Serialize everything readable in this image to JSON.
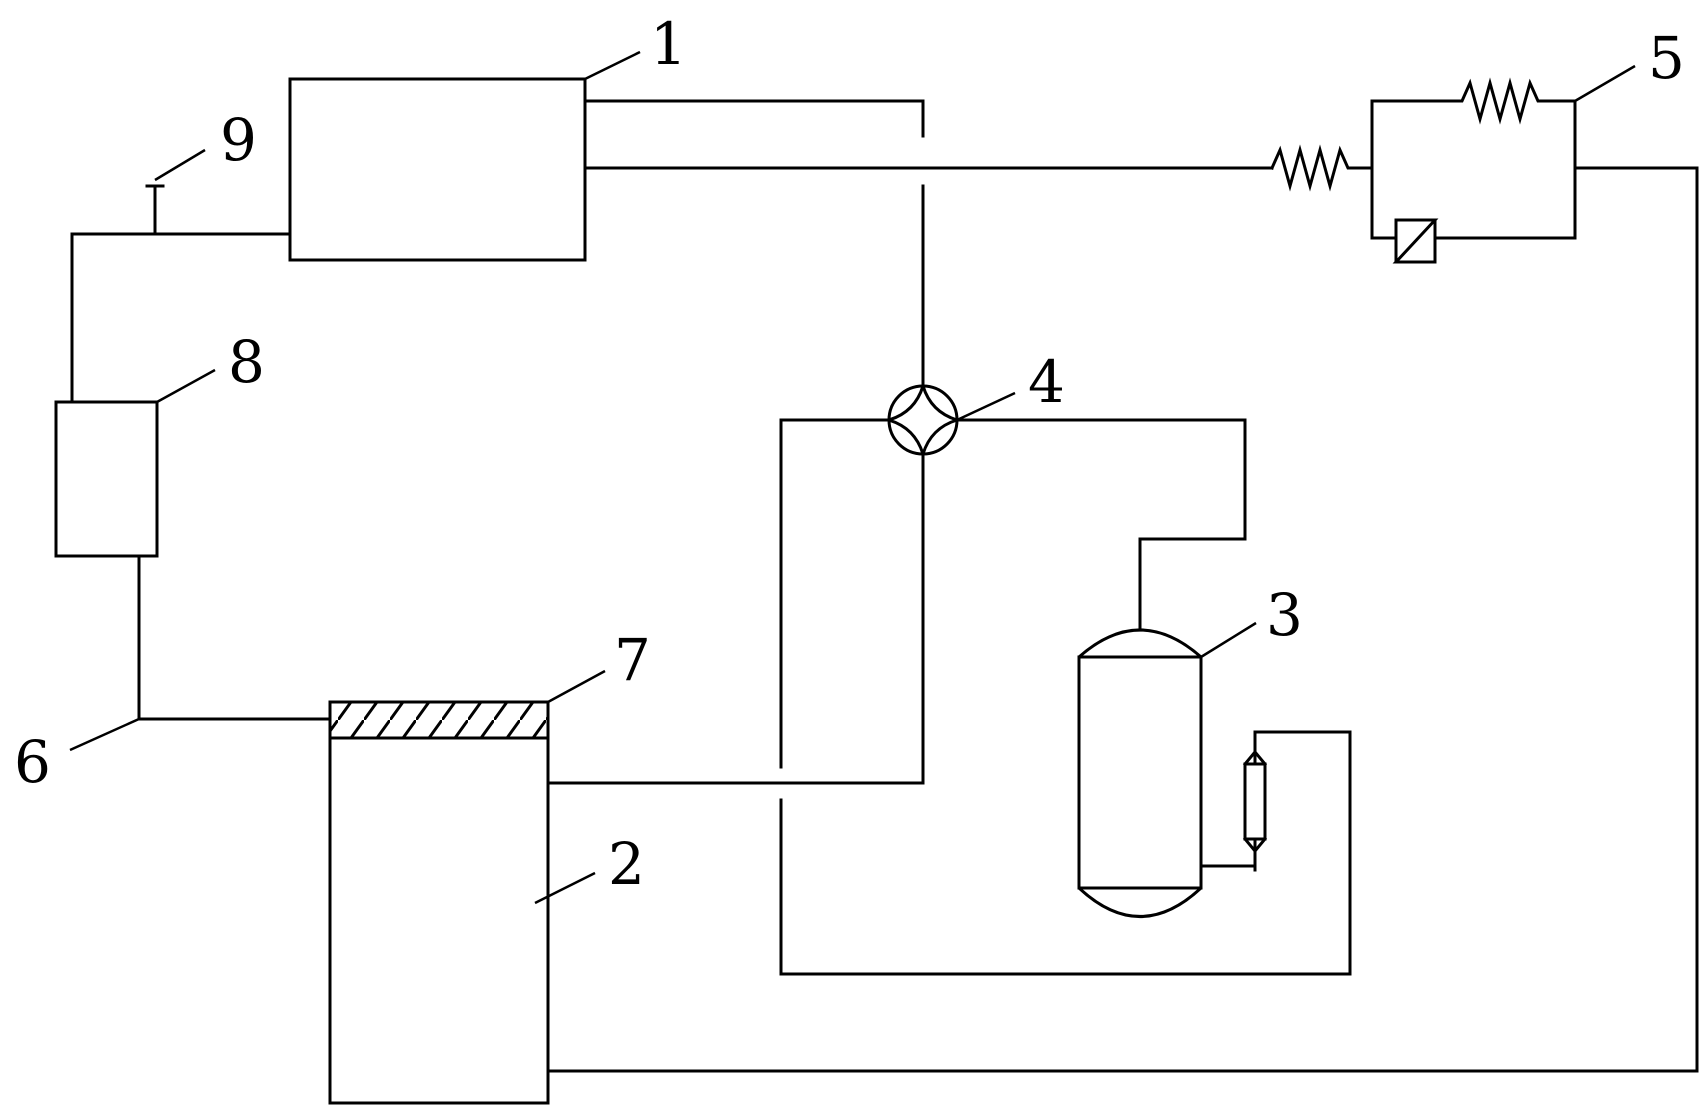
{
  "labels": {
    "c1": "1",
    "c2": "2",
    "c3": "3",
    "c4": "4",
    "c5": "5",
    "c6": "6",
    "c7": "7",
    "c8": "8",
    "c9": "9"
  },
  "colors": {
    "line": "#000000",
    "background": "#ffffff"
  }
}
